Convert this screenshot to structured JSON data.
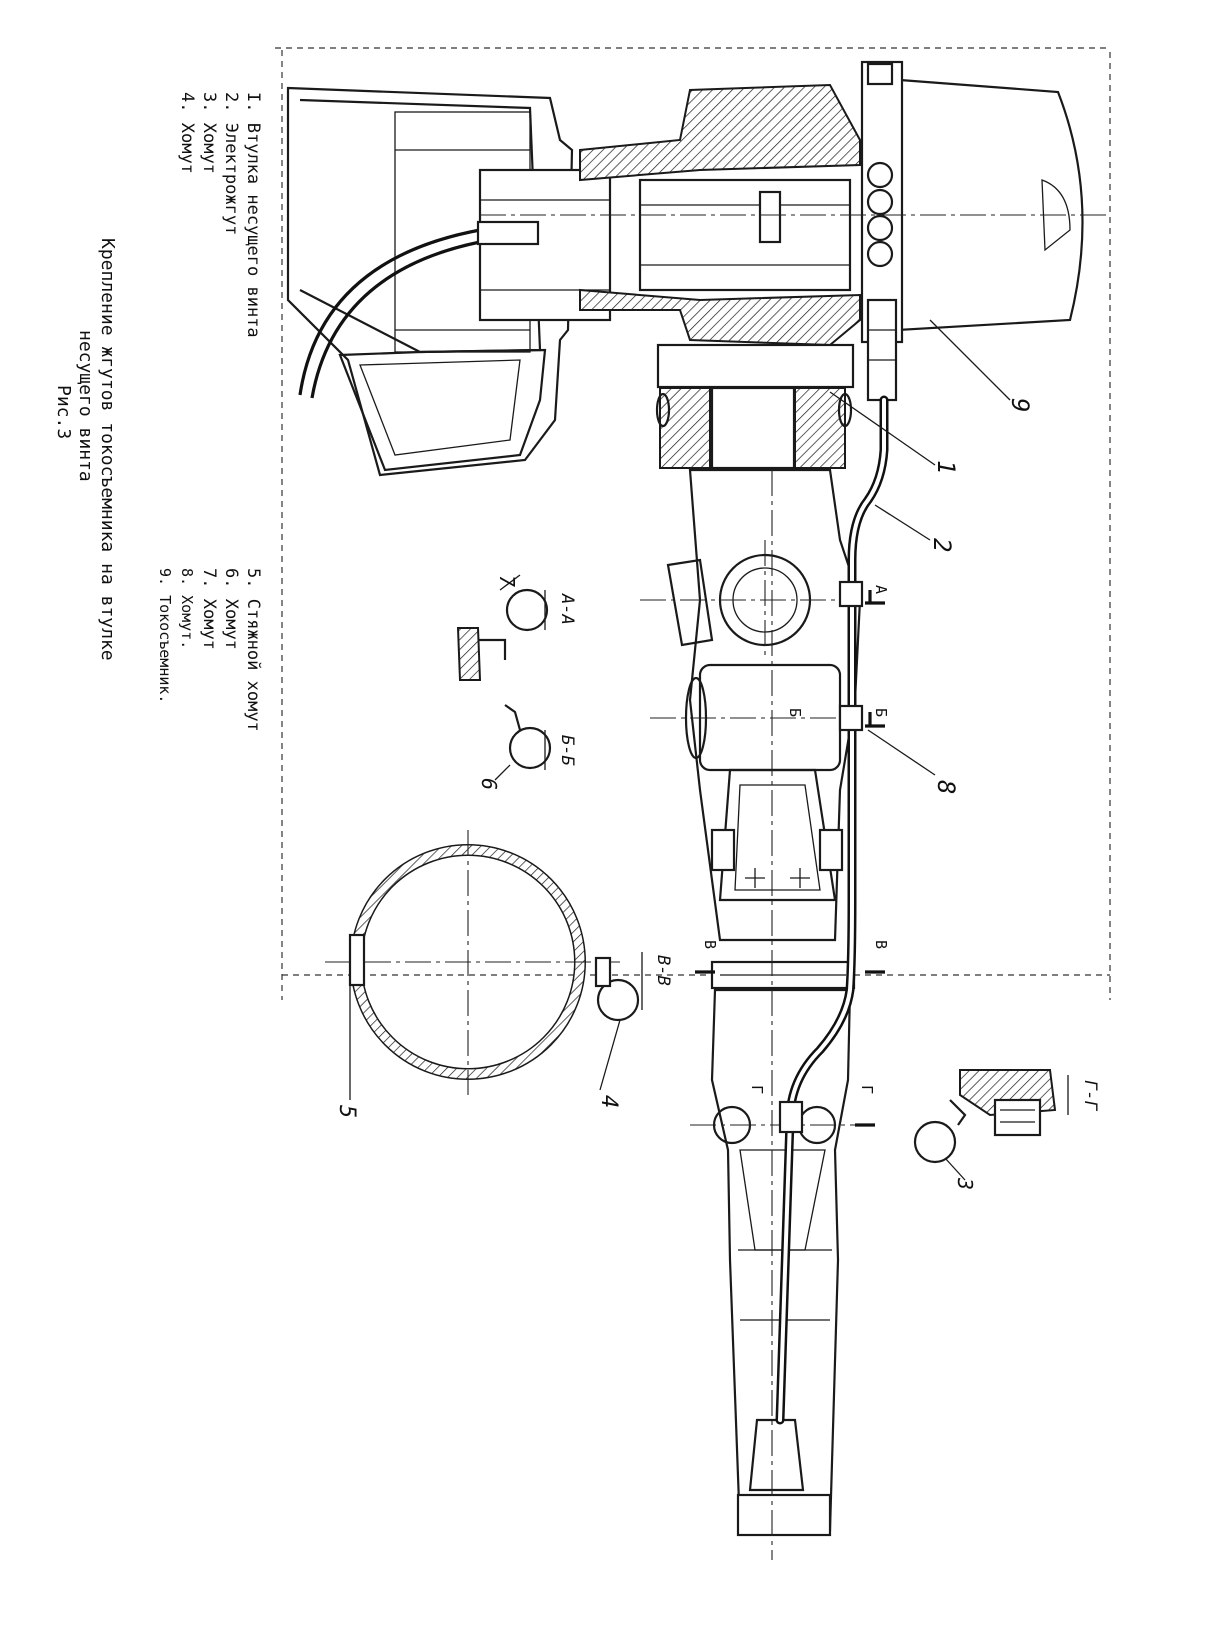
{
  "title": {
    "line1": "Крепление жгутов токосъемника на втулке",
    "line2": "несущего винта",
    "line3": "Рис.3"
  },
  "legend_left": [
    {
      "num": "I.",
      "text": "Втулка несущего винта"
    },
    {
      "num": "2.",
      "text": "Электрожгут"
    },
    {
      "num": "3.",
      "text": "Хомут"
    },
    {
      "num": "4.",
      "text": "Хомут"
    }
  ],
  "legend_right": [
    {
      "num": "5.",
      "text": "Стяжной хомут"
    },
    {
      "num": "6.",
      "text": "Хомут"
    },
    {
      "num": "7.",
      "text": "Хомут"
    },
    {
      "num": "8.",
      "text": "Хомут."
    },
    {
      "num": "9.",
      "text": "Токосъемник."
    }
  ],
  "section_titles": {
    "aa": "А-А",
    "bb": "Б-Б",
    "vv": "В-В",
    "gg": "Г-Г"
  },
  "section_marks": {
    "a": "А",
    "b": "Б",
    "v": "В",
    "g": "Г"
  },
  "callouts": {
    "c1": "1",
    "c2": "2",
    "c3": "3",
    "c4": "4",
    "c5": "5",
    "c6": "6",
    "c7": "7",
    "c8": "8",
    "c9": "9"
  }
}
